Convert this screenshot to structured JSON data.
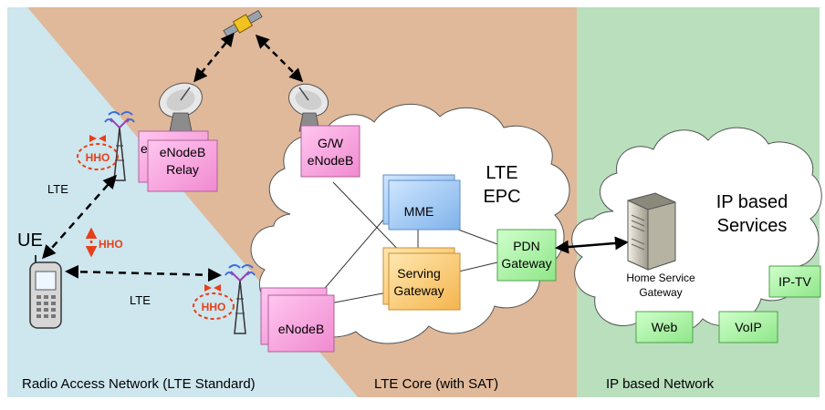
{
  "regions": {
    "radio_access": "Radio Access Network (LTE Standard)",
    "lte_core": "LTE Core (with SAT)",
    "ip_network": "IP based Network"
  },
  "nodes": {
    "enodeb_relay_line1": "eNodeB",
    "enodeb_relay_line2": "Relay",
    "enodeb_relay_back": "e",
    "gw_enodeb_line1": "G/W",
    "gw_enodeb_line2": "eNodeB",
    "enodeb": "eNodeB",
    "mme": "MME",
    "serving_line1": "Serving",
    "serving_line2": "Gateway",
    "pdn_line1": "PDN",
    "pdn_line2": "Gateway",
    "home_line1": "Home Service",
    "home_line2": "Gateway",
    "web": "Web",
    "voip": "VoIP",
    "iptv": "IP-TV"
  },
  "clouds": {
    "lte_epc_line1": "LTE",
    "lte_epc_line2": "EPC",
    "ip_services_line1": "IP based",
    "ip_services_line2": "Services"
  },
  "labels": {
    "ue": "UE",
    "lte_top": "LTE",
    "lte_bottom": "LTE",
    "hho_relay": "HHO",
    "hho_ue": "HHO",
    "hho_enodeb": "HHO"
  },
  "colors": {
    "ran_blue": "#c3e0e9",
    "core_tan": "#dfb99a",
    "ip_green": "#b9dfbd",
    "pink_node": "#f4a6de",
    "blue_node": "#9cc7f2",
    "orange_node": "#f9cd7a",
    "green_node": "#a6f2a1",
    "hho_red": "#e6401b"
  },
  "icons": {
    "satellite": "satellite-icon",
    "dish": "satellite-dish-icon",
    "tower": "cell-tower-icon",
    "phone": "mobile-phone-icon",
    "server": "server-icon"
  }
}
